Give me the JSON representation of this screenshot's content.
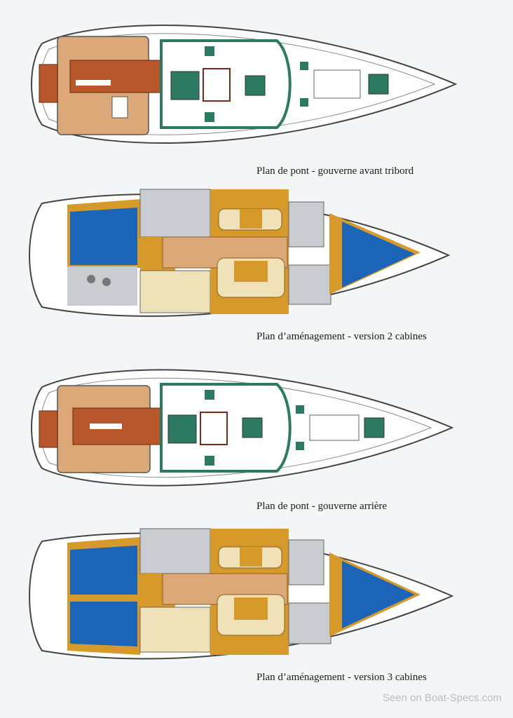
{
  "diagrams": [
    {
      "caption": "Plan de pont - gouverne avant tribord",
      "kind": "deck"
    },
    {
      "caption": "Plan d’aménagement - version 2 cabines",
      "kind": "layout"
    },
    {
      "caption": "Plan de pont - gouverne arrière",
      "kind": "deck"
    },
    {
      "caption": "Plan d’aménagement - version 3 cabines",
      "kind": "layout"
    }
  ],
  "watermark": "Seen on Boat-Specs.com",
  "colors": {
    "hull_white": "#ffffff",
    "teak": "#b8562c",
    "teak_light": "#dca878",
    "deck_green": "#2c7a62",
    "cabin_blue": "#1c64b8",
    "wood_orange": "#d59a2a",
    "cushion": "#f0e2b8",
    "grey_fixture": "#c9ccd0"
  }
}
